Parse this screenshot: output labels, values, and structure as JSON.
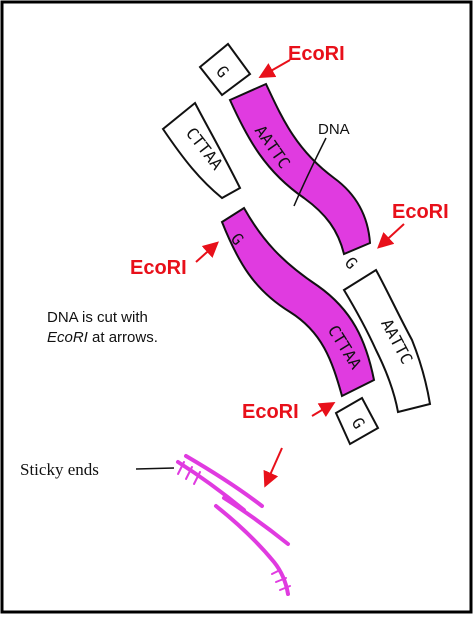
{
  "labels": {
    "enzyme": "EcoRI",
    "dna": "DNA",
    "caption_line1": "DNA is cut with",
    "caption_enzyme": "EcoRI",
    "caption_rest": " at arrows.",
    "sticky_ends": "Sticky ends"
  },
  "sequences": {
    "top_single": "G",
    "top_magenta": "AATTC",
    "top_white": "CTTAA",
    "mid_magenta_left": "G",
    "bottom_magenta": "CTTAA",
    "mid_magenta_right": "G",
    "bottom_white": "AATTC",
    "bottom_single": "G"
  },
  "colors": {
    "strand_fill": "#e03be0",
    "arrow": "#e8101a",
    "outline": "#111111",
    "frame": "#000000"
  }
}
